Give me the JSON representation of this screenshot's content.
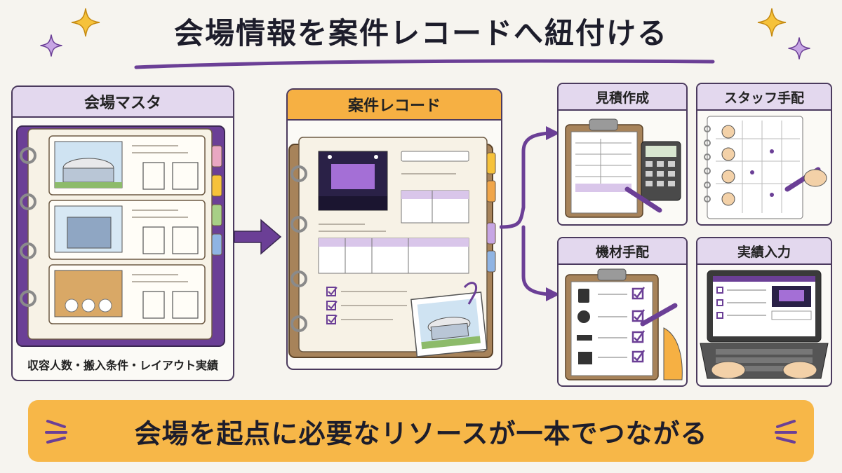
{
  "title": "会場情報を案件レコードへ紐付ける",
  "venue_master": {
    "heading": "会場マスタ",
    "caption": "収容人数・搬入条件・レイアウト実績"
  },
  "project_record": {
    "heading": "案件レコード"
  },
  "outputs": [
    {
      "label": "見積作成"
    },
    {
      "label": "スタッフ手配"
    },
    {
      "label": "機材手配"
    },
    {
      "label": "実績入力"
    }
  ],
  "banner": "会場を起点に必要なリソースが一本でつながる",
  "colors": {
    "accent_purple": "#6b3f96",
    "accent_orange": "#f6b043",
    "panel_border": "#4b3a5e",
    "background": "#f6f4ef"
  }
}
